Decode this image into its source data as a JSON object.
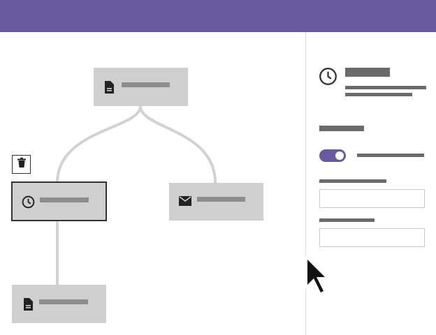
{
  "theme": {
    "accent": "#675b9e",
    "node_fill": "#cfcfcf",
    "connector": "#d2d2d2",
    "placeholder_bar": "#8d8d8d"
  },
  "canvas": {
    "nodes": [
      {
        "name": "node-document-top",
        "icon": "document-icon",
        "selected": false
      },
      {
        "name": "node-clock",
        "icon": "clock-icon",
        "selected": true
      },
      {
        "name": "node-email",
        "icon": "mail-icon",
        "selected": false
      },
      {
        "name": "node-document-bottom",
        "icon": "document-icon",
        "selected": false
      }
    ],
    "delete_icon": "trash-icon"
  },
  "panel": {
    "header_icon": "clock-icon",
    "toggle": {
      "state": "on"
    },
    "fields": [
      {
        "name": "panel-field-1",
        "value": ""
      },
      {
        "name": "panel-field-2",
        "value": ""
      }
    ]
  },
  "cursor": "pointer-cursor"
}
